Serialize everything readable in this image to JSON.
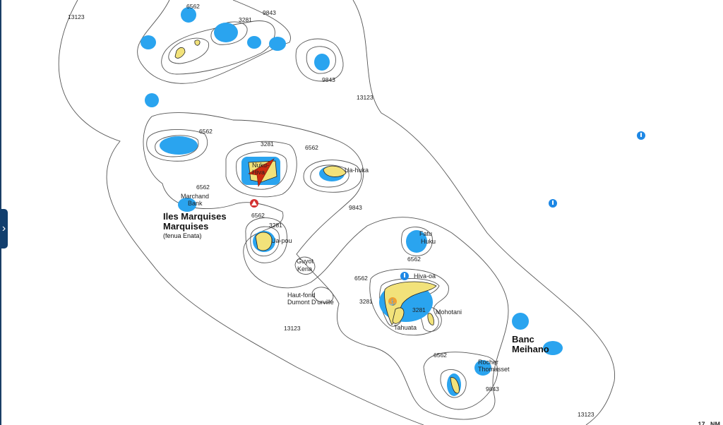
{
  "region": {
    "title": "Iles Marquises",
    "subtitle": "(fenua Enata)"
  },
  "bank": {
    "title_line1": "Banc",
    "title_line2": "Meihano"
  },
  "places": {
    "nuku_hiva_1": "Nuku-",
    "nuku_hiva_2": "Hiva",
    "ua_huka": "Ua-huka",
    "ua_pou": "Ua-pou",
    "marchand_1": "Marchand",
    "marchand_2": "Bank",
    "guyot_1": "Guyot",
    "guyot_2": "Kena",
    "haut_fond_1": "Haut-fond",
    "haut_fond_2": "Dumont D'urville",
    "fatu_huku_1": "Fatu",
    "fatu_huku_2": "Huku",
    "hiva_oa": "Hiva-oa",
    "tahuata": "Tahuata",
    "mohotani": "Mohotani",
    "rocher_1": "Rocher",
    "rocher_2": "Thomasset"
  },
  "depths": [
    "13123",
    "6562",
    "3281",
    "9843",
    "9843",
    "13123",
    "6562",
    "3281",
    "6562",
    "6562",
    "9843",
    "6562",
    "3281",
    "13123",
    "6562",
    "6562",
    "3281",
    "3281",
    "6562",
    "9843",
    "13123"
  ],
  "scale": {
    "value": "17",
    "unit": "NM"
  },
  "colors": {
    "shoal": "#2aa4ef",
    "land": "#f2e27a",
    "contour": "#555555",
    "pin": "#1e88e5",
    "anchor": "#f0a030",
    "warning": "#d32f2f",
    "vessel": "#cc2a10"
  }
}
